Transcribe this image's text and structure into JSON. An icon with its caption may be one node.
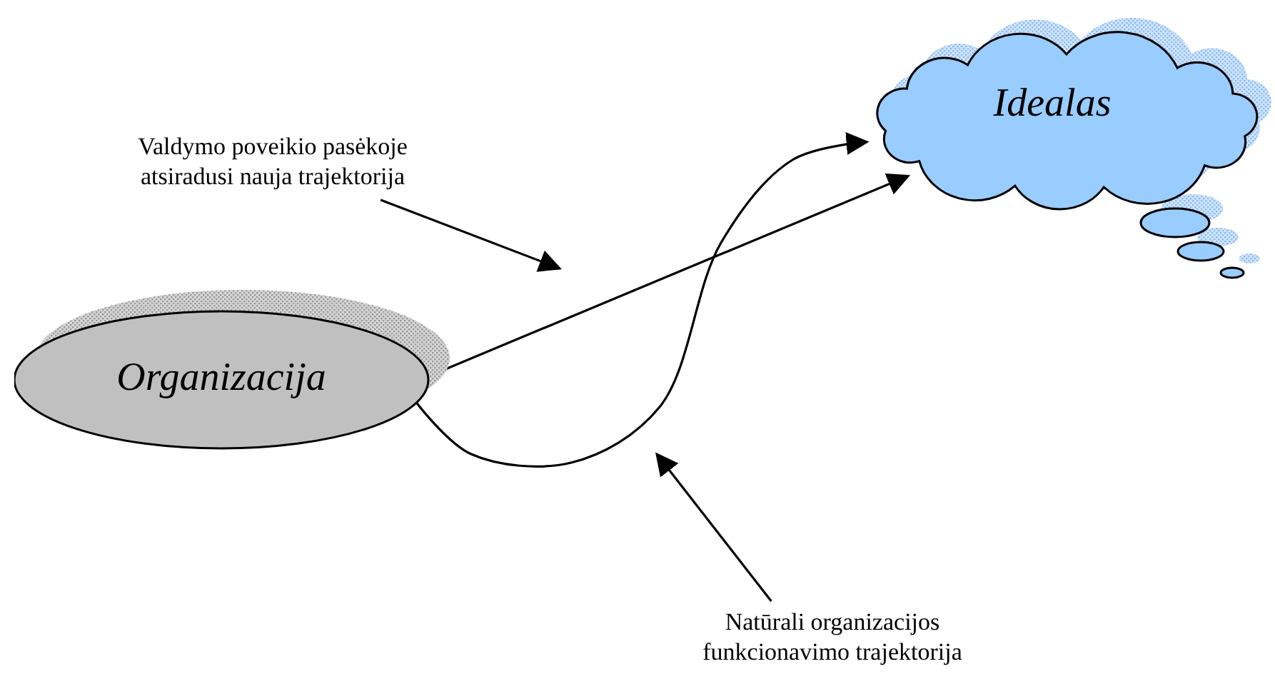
{
  "diagram": {
    "nodes": [
      {
        "text": [
          "Organizacija"
        ]
      },
      {
        "text": [
          "Idealas"
        ]
      },
      {
        "text": [
          "Valdymo poveikio pasėkoje atsiradusi nauja trajektorija"
        ]
      },
      {
        "text": [
          "Natūrali organizacijos funkcionavimo trajektorija"
        ]
      }
    ],
    "edges": [
      {
        "from": 0,
        "to": 1,
        "arrow": "to"
      },
      {
        "from": 0,
        "to": 1,
        "arrow": "to"
      },
      {
        "from": 2,
        "to": null,
        "arrow": "to"
      },
      {
        "from": 3,
        "to": null,
        "arrow": "to"
      }
    ]
  }
}
